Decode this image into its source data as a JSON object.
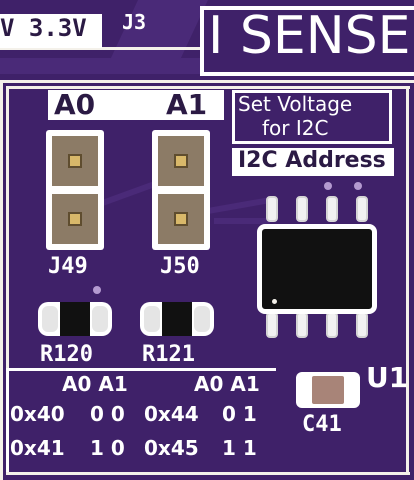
{
  "board": {
    "voltage_label": "V 3.3V",
    "connector_ref": "J3",
    "sense_label": "I SENSE",
    "jumper_headers": [
      "A0",
      "A1"
    ],
    "set_voltage_label_line1": "Set Voltage",
    "set_voltage_label_line2": "for I2C",
    "i2c_address_label": "I2C Address",
    "jumper_refs": [
      "J49",
      "J50"
    ],
    "resistor_refs": [
      "R120",
      "R121"
    ],
    "capacitor_ref": "C41",
    "ic_ref": "U1",
    "address_table": {
      "header_left": "A0 A1",
      "header_right": "A0 A1",
      "rows": [
        {
          "left_addr": "0x40",
          "left_bits": "0 0",
          "right_addr": "0x44",
          "right_bits": "0 1"
        },
        {
          "left_addr": "0x41",
          "left_bits": "1 0",
          "right_addr": "0x45",
          "right_bits": "1 1"
        }
      ]
    },
    "colors": {
      "pcb": "#3f2169",
      "silkscreen": "#ffffff",
      "copper": "#d8b86a"
    }
  }
}
